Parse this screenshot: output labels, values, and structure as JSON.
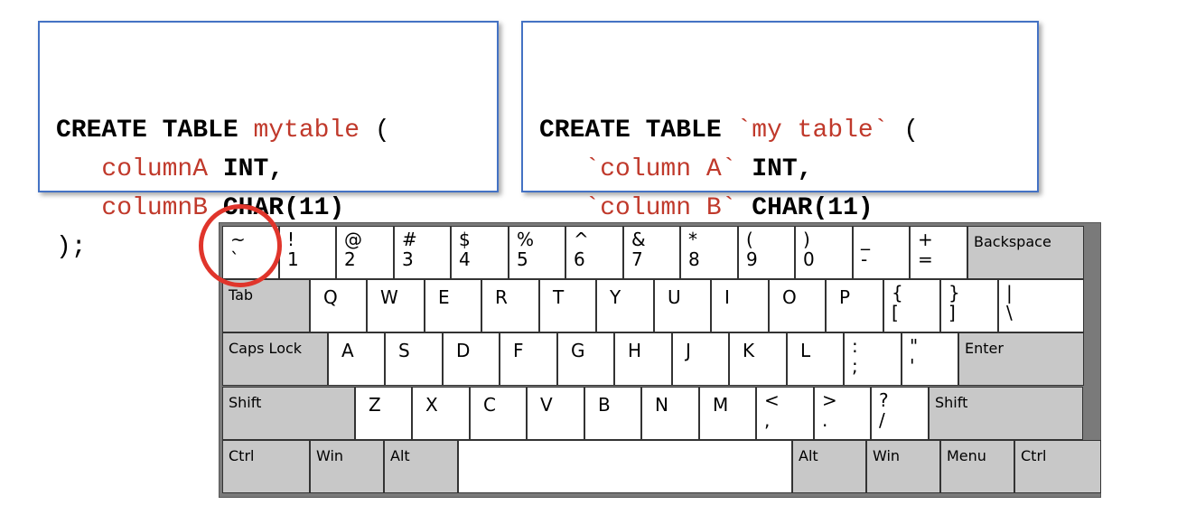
{
  "top_cut_text": "",
  "code_left": {
    "lines": [
      [
        {
          "t": "kw",
          "v": "CREATE TABLE"
        },
        {
          "t": "pn",
          "v": " "
        },
        {
          "t": "id",
          "v": "mytable"
        },
        {
          "t": "pn",
          "v": " ("
        }
      ],
      [
        {
          "t": "pn",
          "v": "   "
        },
        {
          "t": "id",
          "v": "columnA"
        },
        {
          "t": "pn",
          "v": " "
        },
        {
          "t": "kw",
          "v": "INT,"
        }
      ],
      [
        {
          "t": "pn",
          "v": "   "
        },
        {
          "t": "id",
          "v": "columnB"
        },
        {
          "t": "pn",
          "v": " "
        },
        {
          "t": "kw",
          "v": "CHAR(11)"
        }
      ],
      [
        {
          "t": "pn",
          "v": ");"
        }
      ]
    ]
  },
  "code_right": {
    "lines": [
      [
        {
          "t": "kw",
          "v": "CREATE TABLE"
        },
        {
          "t": "pn",
          "v": " "
        },
        {
          "t": "id",
          "v": "`my table`"
        },
        {
          "t": "pn",
          "v": " ("
        }
      ],
      [
        {
          "t": "pn",
          "v": "   "
        },
        {
          "t": "id",
          "v": "`column A`"
        },
        {
          "t": "pn",
          "v": " "
        },
        {
          "t": "kw",
          "v": "INT,"
        }
      ],
      [
        {
          "t": "pn",
          "v": "   "
        },
        {
          "t": "id",
          "v": "`column B`"
        },
        {
          "t": "pn",
          "v": " "
        },
        {
          "t": "kw",
          "v": "CHAR(11)"
        }
      ],
      [
        {
          "t": "pn",
          "v": ");"
        }
      ]
    ]
  },
  "keyboard": {
    "highlight_color": "#e0352b",
    "highlighted_key": "tilde",
    "rows": [
      [
        {
          "top": "~",
          "bottom": "`",
          "name": "tilde"
        },
        {
          "top": "!",
          "bottom": "1"
        },
        {
          "top": "@",
          "bottom": "2"
        },
        {
          "top": "#",
          "bottom": "3"
        },
        {
          "top": "$",
          "bottom": "4"
        },
        {
          "top": "%",
          "bottom": "5"
        },
        {
          "top": "^",
          "bottom": "6"
        },
        {
          "top": "&",
          "bottom": "7"
        },
        {
          "top": "*",
          "bottom": "8"
        },
        {
          "top": "(",
          "bottom": "9"
        },
        {
          "top": ")",
          "bottom": "0"
        },
        {
          "top": "_",
          "bottom": "-"
        },
        {
          "top": "+",
          "bottom": "="
        },
        {
          "label": "Backspace",
          "mod": true
        }
      ],
      [
        {
          "label": "Tab",
          "mod": true
        },
        {
          "top": "Q"
        },
        {
          "top": "W"
        },
        {
          "top": "E"
        },
        {
          "top": "R"
        },
        {
          "top": "T"
        },
        {
          "top": "Y"
        },
        {
          "top": "U"
        },
        {
          "top": "I"
        },
        {
          "top": "O"
        },
        {
          "top": "P"
        },
        {
          "top": "{",
          "bottom": "["
        },
        {
          "top": "}",
          "bottom": "]"
        },
        {
          "top": "|",
          "bottom": "\\"
        }
      ],
      [
        {
          "label": "Caps Lock",
          "mod": true
        },
        {
          "top": "A"
        },
        {
          "top": "S"
        },
        {
          "top": "D"
        },
        {
          "top": "F"
        },
        {
          "top": "G"
        },
        {
          "top": "H"
        },
        {
          "top": "J"
        },
        {
          "top": "K"
        },
        {
          "top": "L"
        },
        {
          "top": ":",
          "bottom": ";"
        },
        {
          "top": "\"",
          "bottom": "'"
        },
        {
          "label": "Enter",
          "mod": true
        }
      ],
      [
        {
          "label": "Shift",
          "mod": true
        },
        {
          "top": "Z"
        },
        {
          "top": "X"
        },
        {
          "top": "C"
        },
        {
          "top": "V"
        },
        {
          "top": "B"
        },
        {
          "top": "N"
        },
        {
          "top": "M"
        },
        {
          "top": "<",
          "bottom": ","
        },
        {
          "top": ">",
          "bottom": "."
        },
        {
          "top": "?",
          "bottom": "/"
        },
        {
          "label": "Shift",
          "mod": true
        }
      ],
      [
        {
          "label": "Ctrl",
          "mod": true
        },
        {
          "label": "Win",
          "mod": true
        },
        {
          "label": "Alt",
          "mod": true
        },
        {
          "label": "",
          "space": true
        },
        {
          "label": "Alt",
          "mod": true
        },
        {
          "label": "Win",
          "mod": true
        },
        {
          "label": "Menu",
          "mod": true
        },
        {
          "label": "Ctrl",
          "mod": true
        }
      ]
    ]
  }
}
